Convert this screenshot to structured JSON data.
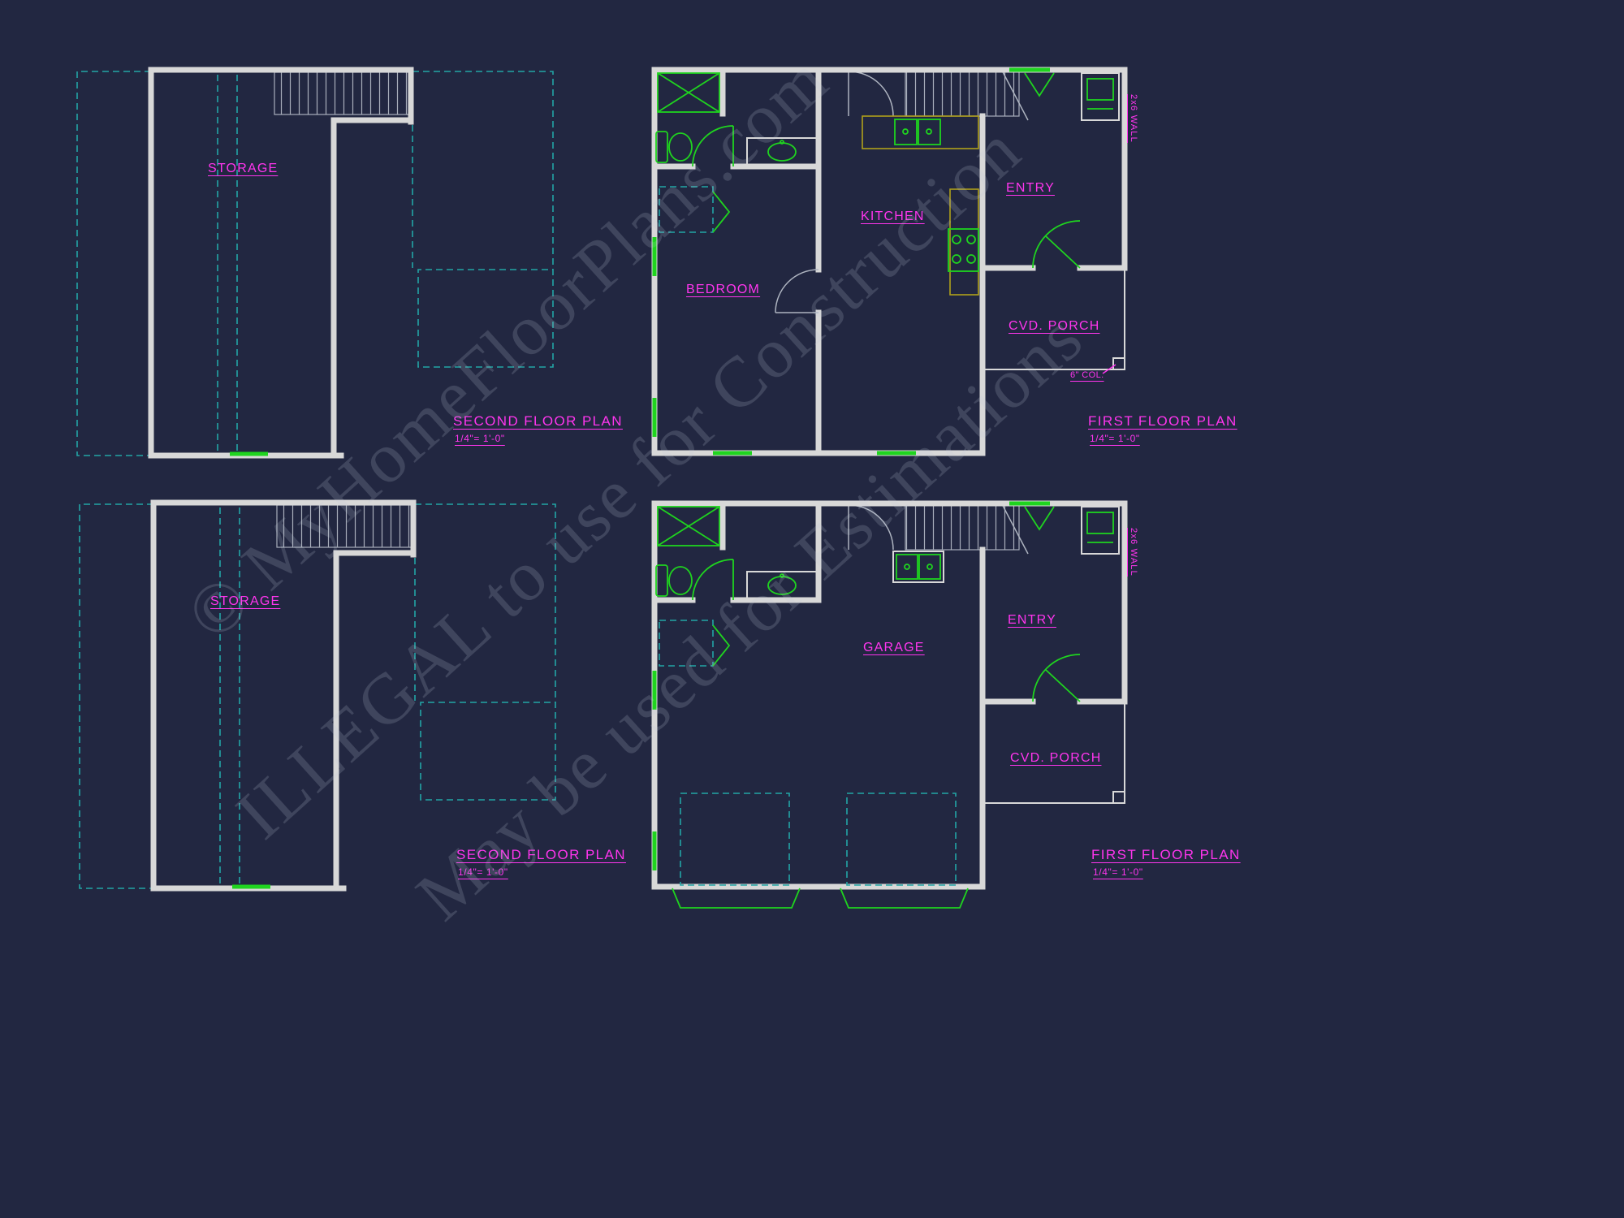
{
  "colors": {
    "background": "#222741",
    "walls": "#d8d8d8",
    "labels": "#ff35ee",
    "fixtures": "#1fd41f",
    "reference": "#23a6a6",
    "counters": "#b0a01a",
    "watermark": "#c3cbdc"
  },
  "plans": {
    "second_floor_top": {
      "storage_label": "STORAGE",
      "title": "SECOND FLOOR PLAN",
      "scale": "1/4\"= 1'-0\""
    },
    "first_floor_top": {
      "bedroom_label": "BEDROOM",
      "kitchen_label": "KITCHEN",
      "entry_label": "ENTRY",
      "porch_label": "CVD. PORCH",
      "column_note": "6\" COL.",
      "wall_note": "2x6 WALL",
      "title": "FIRST FLOOR PLAN",
      "scale": "1/4\"= 1'-0\""
    },
    "second_floor_bottom": {
      "storage_label": "STORAGE",
      "title": "SECOND FLOOR PLAN",
      "scale": "1/4\"= 1'-0\""
    },
    "first_floor_bottom": {
      "garage_label": "GARAGE",
      "entry_label": "ENTRY",
      "porch_label": "CVD. PORCH",
      "wall_note": "2x6 WALL",
      "title": "FIRST FLOOR PLAN",
      "scale": "1/4\"= 1'-0\""
    }
  },
  "watermark": {
    "line1": "© MyHomeFloorPlans.com",
    "line2": "ILLEGAL to use for Construction",
    "line3": "May be used for Estimations"
  }
}
